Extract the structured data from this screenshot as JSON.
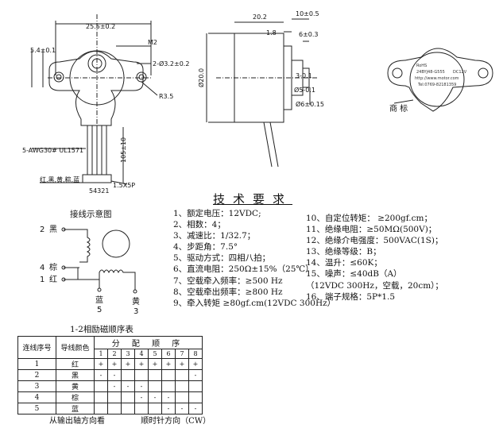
{
  "drawing": {
    "dim_width": "25.5±0.2",
    "dim_m2": "M2",
    "dim_tab": "5.4±0.1",
    "dim_holes": "2-Ø3.2±0.2",
    "dim_r": "R3.5",
    "dim_cable_spec": "5-AWG30# UL1571",
    "dim_lead_len": "105±10",
    "wire_colors": "红,黑,黄,粽,蓝",
    "pin_numbers": "54321",
    "connector": "1.5X5P",
    "dim_depth": "20.2",
    "dim_10": "10±0.5",
    "dim_18": "1.8",
    "dim_6": "6±0.3",
    "dim_dia20": "Ø20.0",
    "dim_3": "3-0.1",
    "dim_5": "Ø5-0.1",
    "dim_6dia": "Ø6±0.15",
    "label_text": [
      "24BYJ48-G555",
      "DC12V",
      "RoHS",
      "Tel:0769-82181359",
      "http://www.motor.com"
    ],
    "trademark": "商 标"
  },
  "spec": {
    "title": "技术要求",
    "left_items": [
      "1、额定电压：12VDC;",
      "2、相数：4；",
      "3、减速比：1/32.7；",
      "4、步距角：7.5°",
      "5、驱动方式：四相八拍；",
      "6、直流电阻：250Ω±15%（25℃）",
      "7、空载牵入频率：≥500 Hz",
      "8、空载牵出频率：≥800 Hz",
      "9、牵入转矩 ≥80gf.cm(12VDC 300Hz）"
    ],
    "right_items": [
      "10、自定位转矩： ≥200gf.cm；",
      "11、绝缘电阻：≥50MΩ(500V)；",
      "12、绝缘介电强度：500VAC(1S)；",
      "13、绝缘等级：B；",
      "14、温升：≤60K；",
      "15、噪声：≤40dB（A）",
      "   （12VDC 300Hz，空载，20cm）；",
      "16、端子规格：5P*1.5"
    ]
  },
  "wiring": {
    "title": "接线示意图",
    "pins": [
      {
        "num": "2",
        "color": "黑"
      },
      {
        "num": "4",
        "color": "棕"
      },
      {
        "num": "1",
        "color": "红"
      },
      {
        "num": "5",
        "color": "蓝"
      },
      {
        "num": "3",
        "color": "黄"
      }
    ]
  },
  "sequence": {
    "title": "1-2相励磁顺序表",
    "col_conn": "连线序号",
    "col_wire": "导线颜色",
    "col_order": "分 配 顺 序",
    "steps": [
      "1",
      "2",
      "3",
      "4",
      "5",
      "6",
      "7",
      "8"
    ],
    "rows": [
      {
        "no": "1",
        "color": "红",
        "marks": [
          "+",
          "+",
          "+",
          "+",
          "+",
          "+",
          "+",
          "+"
        ]
      },
      {
        "no": "2",
        "color": "黑",
        "marks": [
          "-",
          "-",
          "",
          "",
          "",
          "",
          "",
          "-"
        ]
      },
      {
        "no": "3",
        "color": "黄",
        "marks": [
          "",
          "-",
          "-",
          "-",
          "",
          "",
          "",
          ""
        ]
      },
      {
        "no": "4",
        "color": "棕",
        "marks": [
          "",
          "",
          "",
          "-",
          "-",
          "-",
          "",
          ""
        ]
      },
      {
        "no": "5",
        "color": "蓝",
        "marks": [
          "",
          "",
          "",
          "",
          "",
          "-",
          "-",
          "-"
        ]
      }
    ],
    "note_view": "从输出轴方向看",
    "note_dir": "顺时针方向（CW）"
  }
}
